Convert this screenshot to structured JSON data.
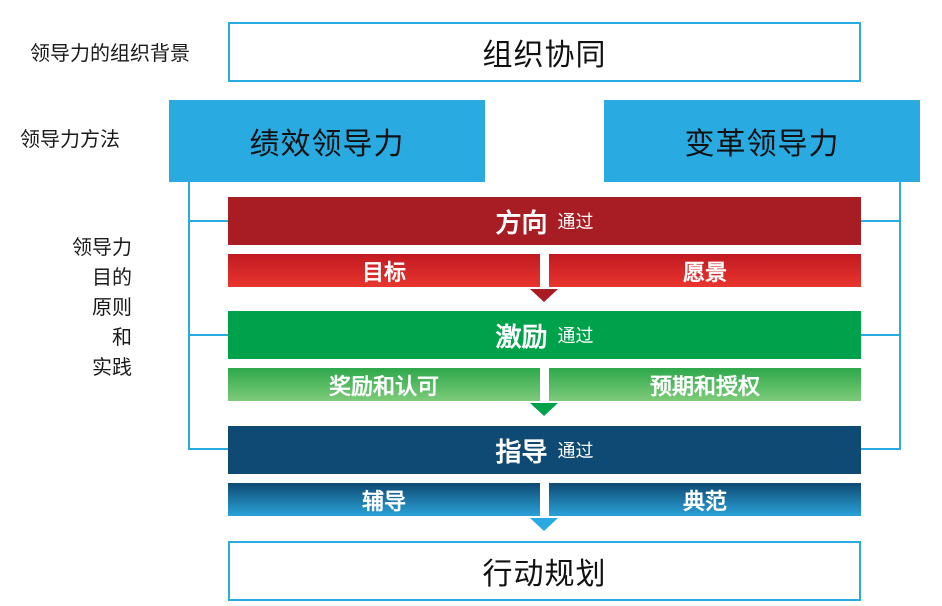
{
  "left_labels": {
    "context": "领导力的组织背景",
    "methods": "领导力方法",
    "purpose": [
      "领导力",
      "目的",
      "原则",
      "和",
      "实践"
    ]
  },
  "top_box": "组织协同",
  "methods": {
    "left": "绩效领导力",
    "right": "变革领导力"
  },
  "rows": [
    {
      "title": "方向",
      "via": "通过",
      "left": "目标",
      "right": "愿景",
      "color": "#a81c24"
    },
    {
      "title": "激励",
      "via": "通过",
      "left": "奖励和认可",
      "right": "预期和授权",
      "color": "#00a14b"
    },
    {
      "title": "指导",
      "via": "通过",
      "left": "辅导",
      "right": "典范",
      "color": "#0e4a73"
    }
  ],
  "bottom_box": "行动规划",
  "colors": {
    "accent": "#29abe2",
    "red": "#a81c24",
    "green": "#00a14b",
    "navy": "#0e4a73"
  }
}
